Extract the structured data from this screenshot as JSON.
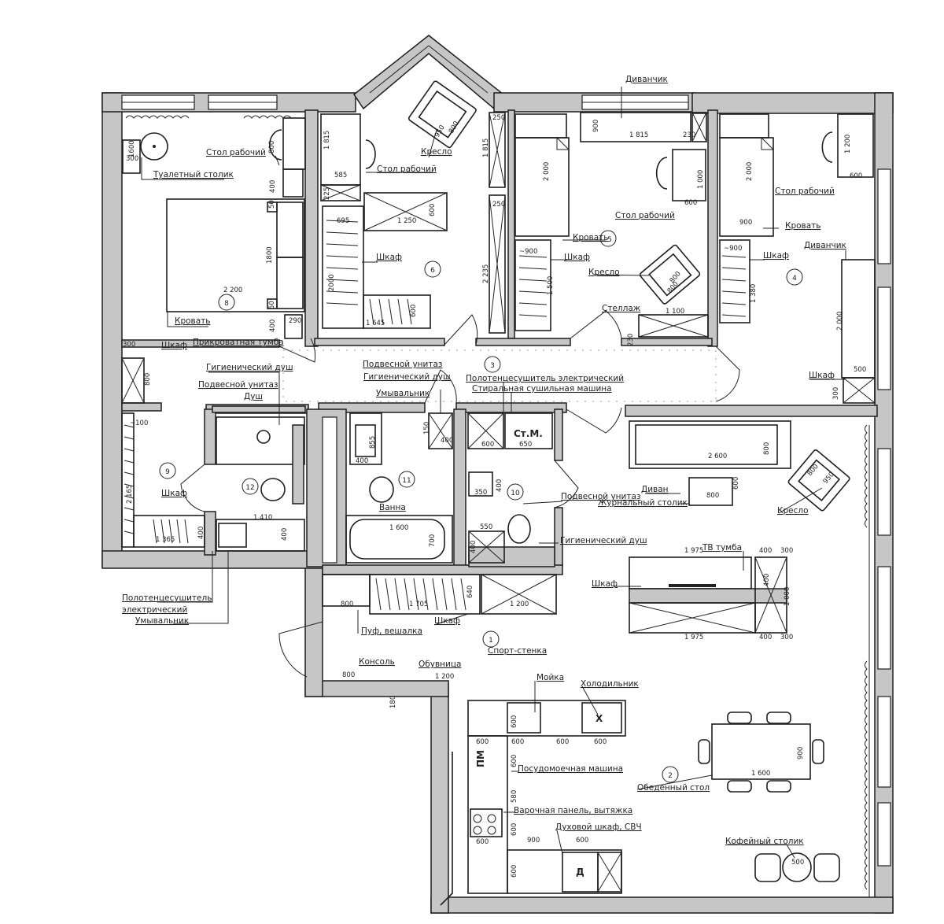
{
  "labels": {
    "r8_vanity": "Туалетный столик",
    "r8_desk": "Стол рабочий",
    "r8_bed": "Кровать",
    "r8_nightstand": "Прикроватная тумба",
    "r9_wardrobe_top": "Шкаф",
    "r6_armchair": "Кресло",
    "r6_desk": "Стол рабочий",
    "r6_wardrobe": "Шкаф",
    "r5_small_sofa": "Диванчик",
    "r5_desk": "Стол рабочий",
    "r5_bed": "Кровать",
    "r5_wardrobe": "Шкаф",
    "r5_armchair": "Кресло",
    "r5_shelf": "Стеллаж",
    "r4_desk": "Стол рабочий",
    "r4_bed": "Кровать",
    "r4_small_sofa": "Диванчик",
    "r4_wardrobe": "Шкаф",
    "r4_wardrobe2": "Шкаф",
    "b12_hyg_shower": "Гигиенический душ",
    "b12_toilet": "Подвесной унитаз",
    "b12_shower": "Душ",
    "r9_wardrobe": "Шкаф",
    "b11_toilet": "Подвесной унитаз",
    "b11_hyg_shower": "Гигиенический душ",
    "b11_sink": "Умывальник",
    "b11_bath": "Ванна",
    "towel_dryer": "Полотенцесушитель электрический",
    "washer_dryer": "Стиральная сушильная машина",
    "washer_mark": "Ст.М.",
    "b10_toilet": "Подвесной унитаз",
    "b10_hyg_shower": "Гигиенический душ",
    "b12_towel_dryer_1": "Полотенцесушитель",
    "b12_towel_dryer_2": "электрический",
    "b12_sink": "Умывальник",
    "hall_pouf": "Пуф, вешалка",
    "hall_wardrobe": "Шкаф",
    "hall_sport": "Спорт-стенка",
    "hall_console": "Консоль",
    "hall_shoes": "Обувница",
    "k_sink": "Мойка",
    "k_fridge": "Холодильник",
    "fridge_mark": "Х",
    "dw_mark": "ПМ",
    "oven_mark": "Д",
    "lr_sofa": "Диван",
    "lr_coffee": "Журнальный столик",
    "lr_armchair": "Кресло",
    "lr_tv": "ТВ тумба",
    "lr_wardrobe": "Шкаф",
    "k_dishwasher": "Посудомоечная машина",
    "dining": "Обеденный стол",
    "k_hob": "Варочная панель, вытяжка",
    "k_oven": "Духовой шкаф, СВЧ",
    "coffee_table": "Кофейный столик"
  },
  "rooms": {
    "r1": "1",
    "r2": "2",
    "r3": "3",
    "r4": "4",
    "r5": "5",
    "r6": "6",
    "r8": "8",
    "r9": "9",
    "r10": "10",
    "r11": "11",
    "r12": "12"
  },
  "dims": [
    "1600",
    "300",
    "800",
    "400",
    "50",
    "1800",
    "2 200",
    "50",
    "400",
    "290",
    "300",
    "800",
    "1 815",
    "585",
    "225",
    "1 250",
    "600",
    "695",
    "2000",
    "1 645",
    "600",
    "2 235",
    "950",
    "800",
    "250",
    "250",
    "1 815",
    "900",
    "1 815",
    "230",
    "2 000",
    "1 000",
    "600",
    "~900",
    "1 500",
    "800",
    "800",
    "1 100",
    "230",
    "2 000",
    "1 200",
    "600",
    "900",
    "~900",
    "1 380",
    "2 000",
    "500",
    "300",
    "~100",
    "2 165",
    "1 410",
    "1 365",
    "400",
    "400",
    "855",
    "400",
    "150",
    "400",
    "600",
    "650",
    "350",
    "400",
    "1 600",
    "700",
    "550",
    "400",
    "800",
    "1 705",
    "640",
    "1 200",
    "800",
    "1 200",
    "180",
    "2 600",
    "800",
    "800",
    "600",
    "800",
    "950",
    "1 975",
    "400",
    "300",
    "400",
    "1 000",
    "1 975",
    "400",
    "300",
    "600",
    "600",
    "600",
    "600",
    "600",
    "600",
    "580",
    "600",
    "600",
    "900",
    "600",
    "600",
    "900",
    "1 600",
    "500"
  ]
}
